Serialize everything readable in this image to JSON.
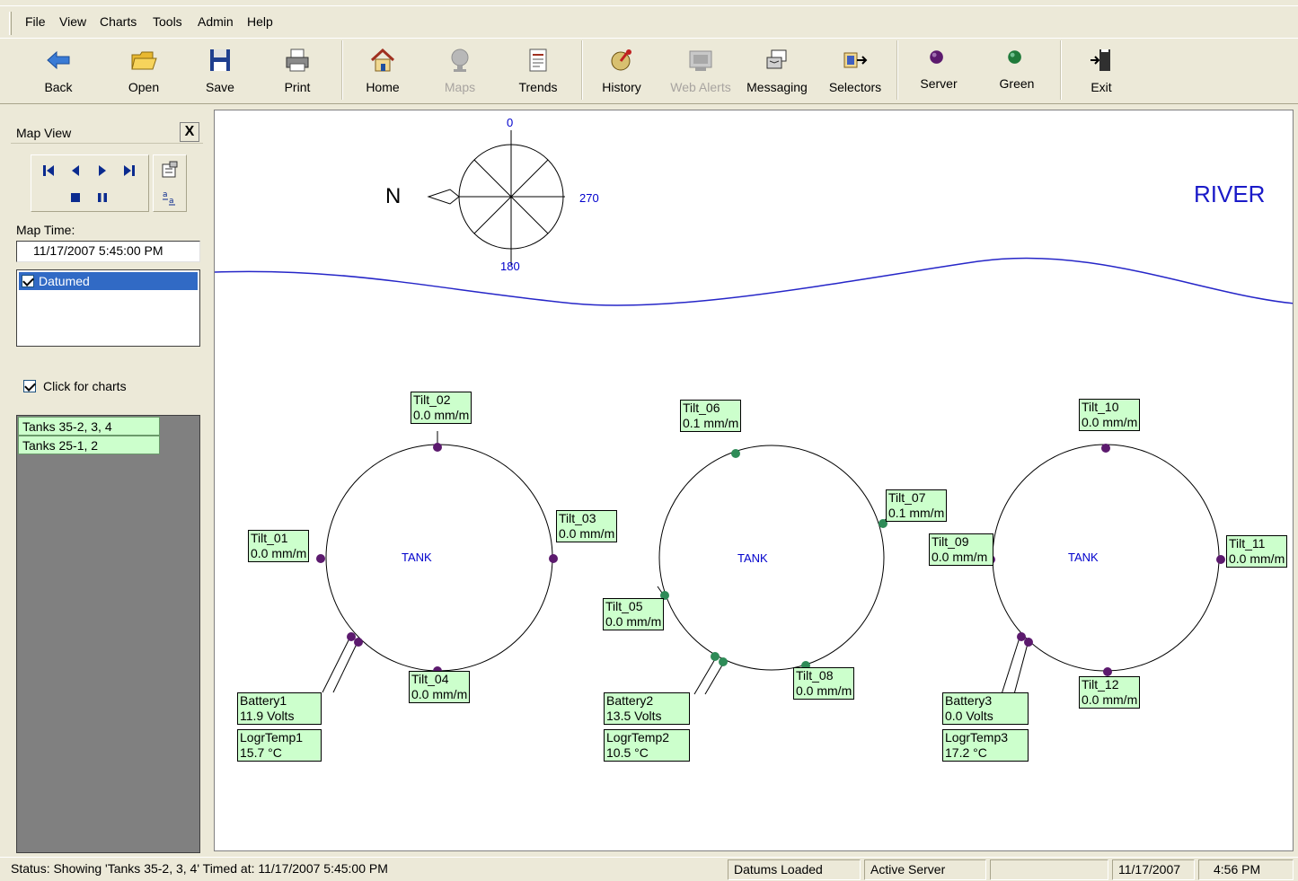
{
  "menu": [
    "File",
    "View",
    "Charts",
    "Tools",
    "Admin",
    "Help"
  ],
  "toolbar": {
    "back": "Back",
    "open": "Open",
    "save": "Save",
    "print": "Print",
    "home": "Home",
    "maps": "Maps",
    "trends": "Trends",
    "history": "History",
    "web_alerts": "Web Alerts",
    "messaging": "Messaging",
    "selectors": "Selectors",
    "server": "Server",
    "green": "Green",
    "exit": "Exit"
  },
  "left_panel": {
    "title": "Map View",
    "close": "X",
    "map_time_label": "Map Time:",
    "map_time_value": "11/17/2007 5:45:00 PM",
    "layer": "Datumed",
    "click_for_charts": "Click for charts",
    "groups": [
      "Tanks 35-2, 3, 4",
      "Tanks 25-1, 2"
    ]
  },
  "map": {
    "compass": {
      "north_letter": "N",
      "deg0": "0",
      "deg270": "270",
      "deg180": "180"
    },
    "river": "RIVER",
    "tank_label": "TANK",
    "sensors": {
      "tilt01": {
        "name": "Tilt_01",
        "value": "0.0 mm/m"
      },
      "tilt02": {
        "name": "Tilt_02",
        "value": "0.0 mm/m"
      },
      "tilt03": {
        "name": "Tilt_03",
        "value": "0.0 mm/m"
      },
      "tilt04": {
        "name": "Tilt_04",
        "value": "0.0 mm/m"
      },
      "tilt05": {
        "name": "Tilt_05",
        "value": "0.0 mm/m"
      },
      "tilt06": {
        "name": "Tilt_06",
        "value": "0.1 mm/m"
      },
      "tilt07": {
        "name": "Tilt_07",
        "value": "0.1 mm/m"
      },
      "tilt08": {
        "name": "Tilt_08",
        "value": "0.0 mm/m"
      },
      "tilt09": {
        "name": "Tilt_09",
        "value": "0.0 mm/m"
      },
      "tilt10": {
        "name": "Tilt_10",
        "value": "0.0 mm/m"
      },
      "tilt11": {
        "name": "Tilt_11",
        "value": "0.0 mm/m"
      },
      "tilt12": {
        "name": "Tilt_12",
        "value": "0.0 mm/m"
      },
      "battery1": {
        "name": "Battery1",
        "value": "11.9 Volts"
      },
      "battery2": {
        "name": "Battery2",
        "value": "13.5 Volts"
      },
      "battery3": {
        "name": "Battery3",
        "value": "0.0 Volts"
      },
      "temp1": {
        "name": "LogrTemp1",
        "value": "15.7 °C"
      },
      "temp2": {
        "name": "LogrTemp2",
        "value": "10.5 °C"
      },
      "temp3": {
        "name": "LogrTemp3",
        "value": "17.2 °C"
      }
    },
    "colors": {
      "ok": "#2e8b57",
      "idle": "#5c1a6e",
      "label_bg": "#ccffcc",
      "river": "#2626c8"
    }
  },
  "status": {
    "message": "Status: Showing 'Tanks 35-2, 3, 4' Timed at: 11/17/2007 5:45:00 PM",
    "datums": "Datums Loaded",
    "server": "Active Server",
    "date": "11/17/2007",
    "time": "4:56 PM"
  }
}
